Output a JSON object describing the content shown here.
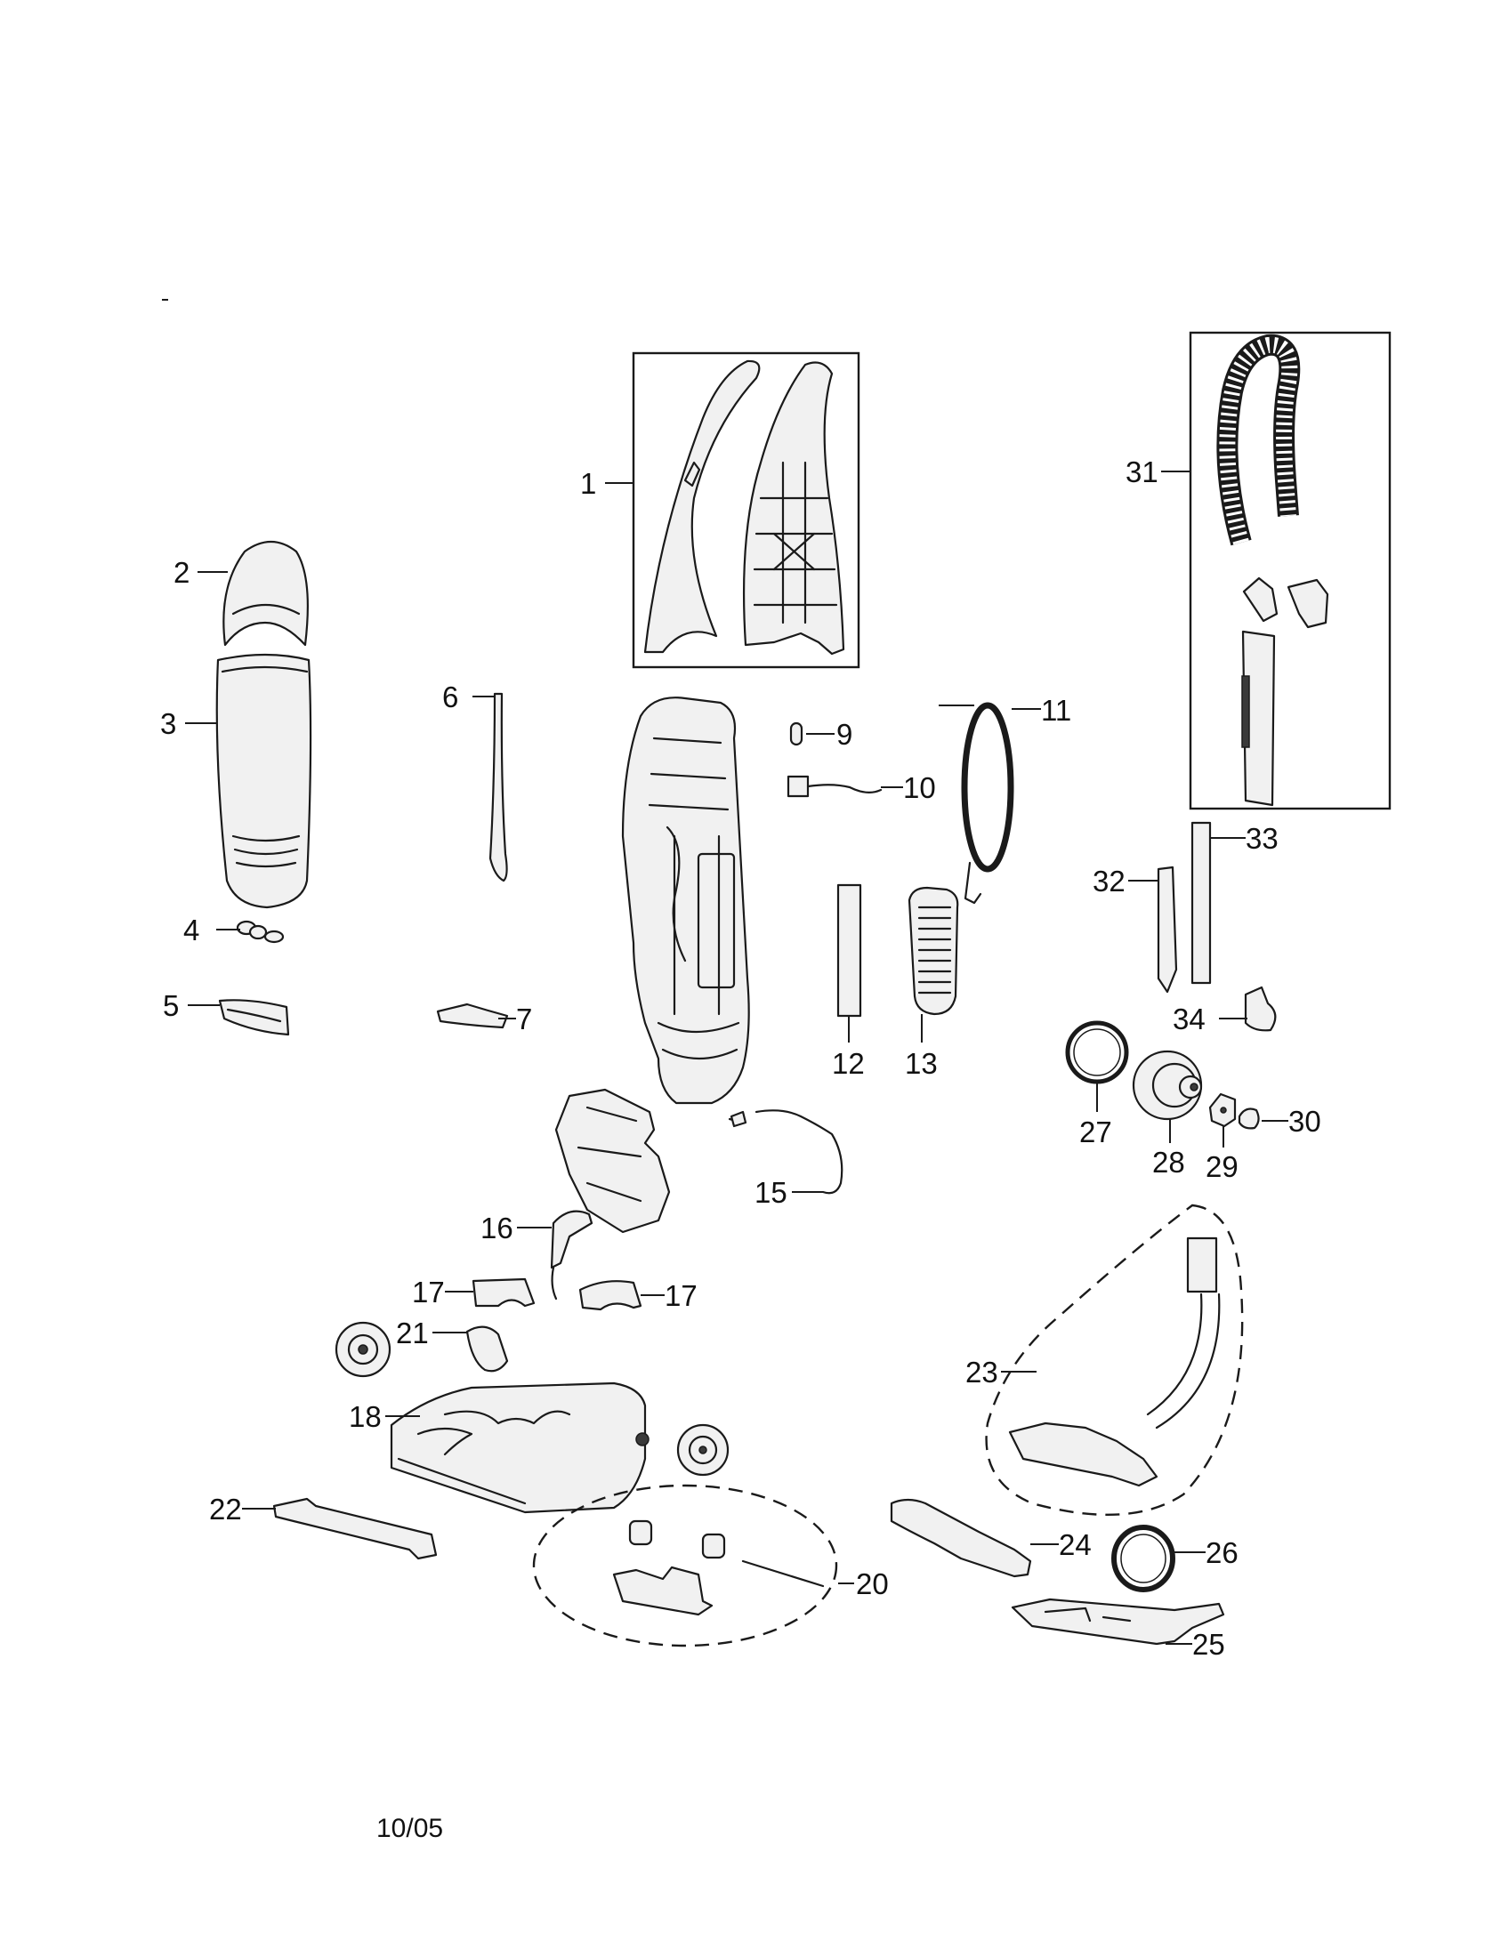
{
  "callouts": {
    "c1": "1",
    "c2": "2",
    "c3": "3",
    "c4": "4",
    "c5": "5",
    "c6": "6",
    "c7": "7",
    "c9": "9",
    "c10": "10",
    "c11": "11",
    "c12": "12",
    "c13": "13",
    "c15": "15",
    "c16": "16",
    "c17a": "17",
    "c17b": "17",
    "c18": "18",
    "c20": "20",
    "c21": "21",
    "c22": "22",
    "c23": "23",
    "c24": "24",
    "c25": "25",
    "c26": "26",
    "c27": "27",
    "c28": "28",
    "c29": "29",
    "c30": "30",
    "c31": "31",
    "c32": "32",
    "c33": "33",
    "c34": "34"
  },
  "footer": {
    "date": "10/05"
  }
}
